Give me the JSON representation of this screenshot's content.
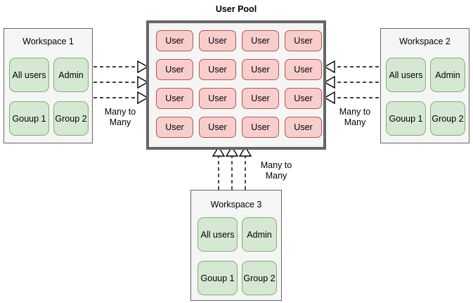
{
  "pool": {
    "title": "User Pool",
    "user_label": "User",
    "rows": 4,
    "cols": 4,
    "users": [
      "User",
      "User",
      "User",
      "User",
      "User",
      "User",
      "User",
      "User",
      "User",
      "User",
      "User",
      "User",
      "User",
      "User",
      "User",
      "User"
    ],
    "fill_color": "#f8cecc",
    "border_color": "#b85450",
    "container_fill": "#f5f5f5",
    "container_border": "#666666"
  },
  "workspaces": [
    {
      "id": "workspace-1",
      "title": "Workspace 1",
      "groups": [
        "All users",
        "Admin",
        "Gouup 1",
        "Group 2"
      ]
    },
    {
      "id": "workspace-2",
      "title": "Workspace 2",
      "groups": [
        "All users",
        "Admin",
        "Gouup 1",
        "Group 2"
      ]
    },
    {
      "id": "workspace-3",
      "title": "Workspace 3",
      "groups": [
        "All users",
        "Admin",
        "Gouup 1",
        "Group 2"
      ]
    }
  ],
  "group_colors": {
    "fill": "#d5e8d4",
    "border": "#82b366"
  },
  "connectors": [
    {
      "id": "left",
      "label": "Many to\nMany",
      "from": "workspace-1",
      "to": "user-pool",
      "count": 3,
      "direction": "right",
      "style": "dashed"
    },
    {
      "id": "right",
      "label": "Many to\nMany",
      "from": "workspace-2",
      "to": "user-pool",
      "count": 3,
      "direction": "left",
      "style": "dashed"
    },
    {
      "id": "bottom",
      "label": "Many to\nMany",
      "from": "workspace-3",
      "to": "user-pool",
      "count": 3,
      "direction": "up",
      "style": "dashed"
    }
  ],
  "line_color": "#000000"
}
